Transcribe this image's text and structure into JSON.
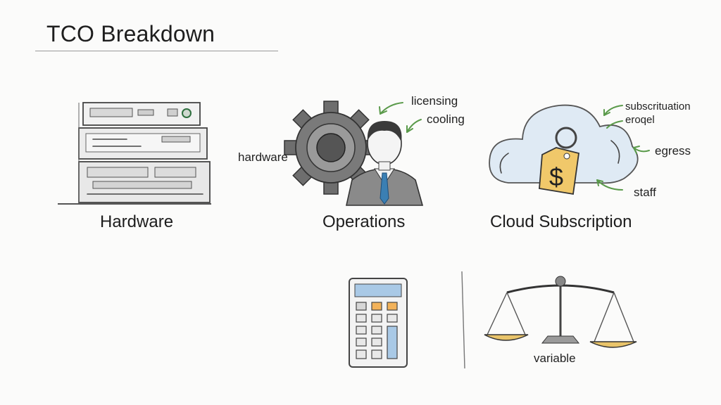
{
  "title": "TCO Breakdown",
  "sections": {
    "hardware": {
      "label": "Hardware",
      "annotation": "hardware"
    },
    "operations": {
      "label": "Operations",
      "annotations": [
        "licensing",
        "cooling"
      ]
    },
    "cloud": {
      "label": "Cloud Subscription",
      "annotations": [
        "subscrituation",
        "eroqel",
        "egress",
        "staff"
      ]
    }
  },
  "scale": {
    "annotation": "variable"
  },
  "colors": {
    "accent_green": "#5a9a4a",
    "price_tag": "#f0c86a",
    "cloud_blue": "#cfe0ee",
    "calc_blue": "#a9c9e6",
    "calc_orange": "#f2b25a",
    "pan_gold": "#e9c46a"
  },
  "icons": [
    "server-rack-icon",
    "gear-icon",
    "person-icon",
    "cloud-icon",
    "price-tag-icon",
    "calculator-icon",
    "balance-scale-icon"
  ]
}
